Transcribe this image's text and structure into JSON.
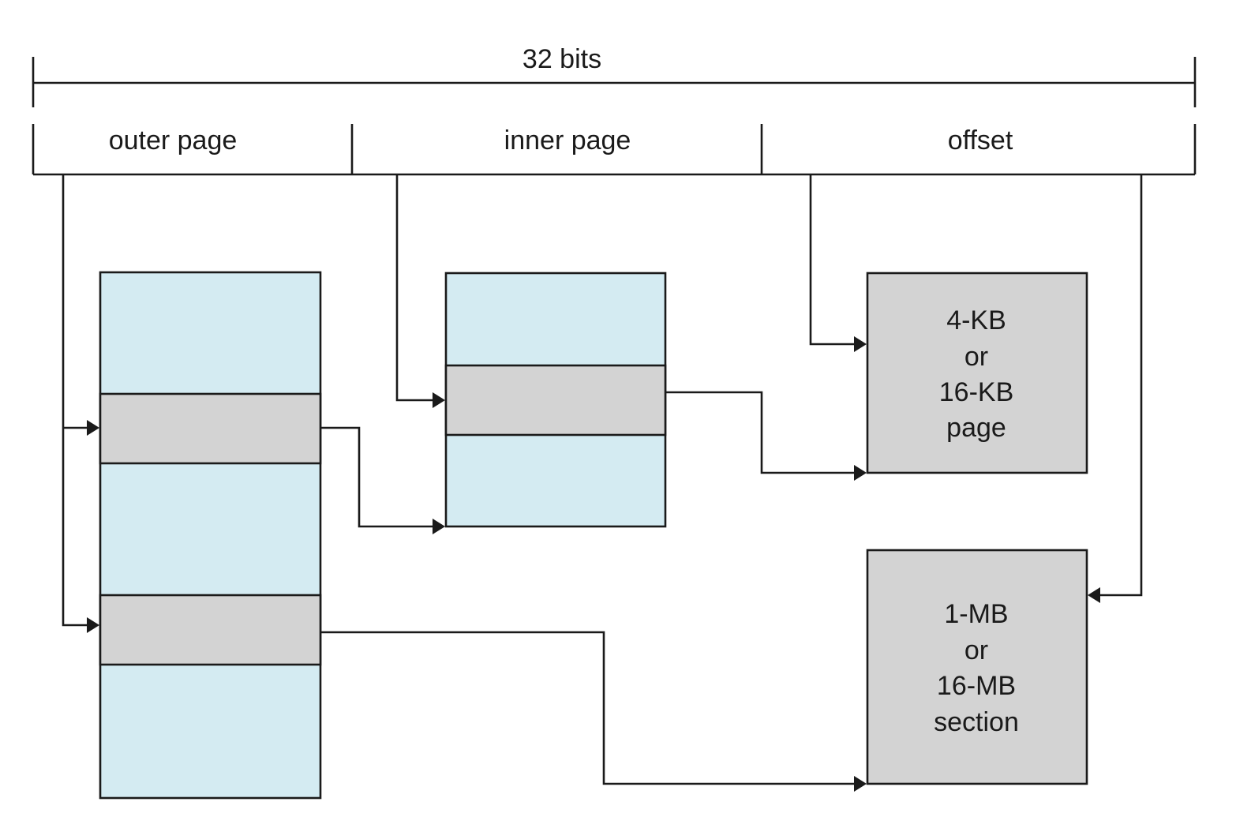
{
  "header": {
    "width_label": "32 bits",
    "fields": [
      "outer page",
      "inner page",
      "offset"
    ]
  },
  "page_box": {
    "lines": [
      "4-KB",
      "or",
      "16-KB",
      "page"
    ]
  },
  "section_box": {
    "lines": [
      "1-MB",
      "or",
      "16-MB",
      "section"
    ]
  },
  "colors": {
    "table_fill": "#d4ebf2",
    "entry_fill": "#d3d3d3",
    "frame_fill": "#d3d3d3",
    "stroke": "#1a1a1a"
  }
}
